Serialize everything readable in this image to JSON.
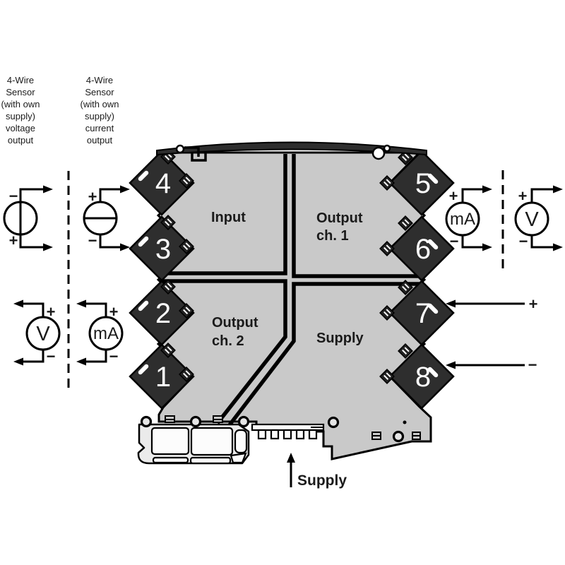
{
  "colors": {
    "background": "#ffffff",
    "body_gray": "#c9c9c9",
    "terminal_dark": "#2e2e2e",
    "outline": "#000000"
  },
  "left_side": {
    "voltage_sensor_label": [
      "4-Wire",
      "Sensor",
      "(with own",
      "supply)",
      "voltage",
      "output"
    ],
    "current_sensor_label": [
      "4-Wire",
      "Sensor",
      "(with own",
      "supply)",
      "current",
      "output"
    ],
    "voltmeter_label": "V",
    "ammeter_label": "mA"
  },
  "right_side": {
    "ammeter_label": "mA",
    "voltmeter_label": "V"
  },
  "signs": {
    "plus": "+",
    "minus": "−"
  },
  "device": {
    "quadrant_input": "Input",
    "quadrant_output1": [
      "Output",
      "ch. 1"
    ],
    "quadrant_output2": [
      "Output",
      "ch. 2"
    ],
    "quadrant_supply": "Supply",
    "terminals_left": [
      "4",
      "3",
      "2",
      "1"
    ],
    "terminals_right": [
      "5",
      "6",
      "7",
      "8"
    ],
    "supply_arrow_label": "Supply"
  }
}
